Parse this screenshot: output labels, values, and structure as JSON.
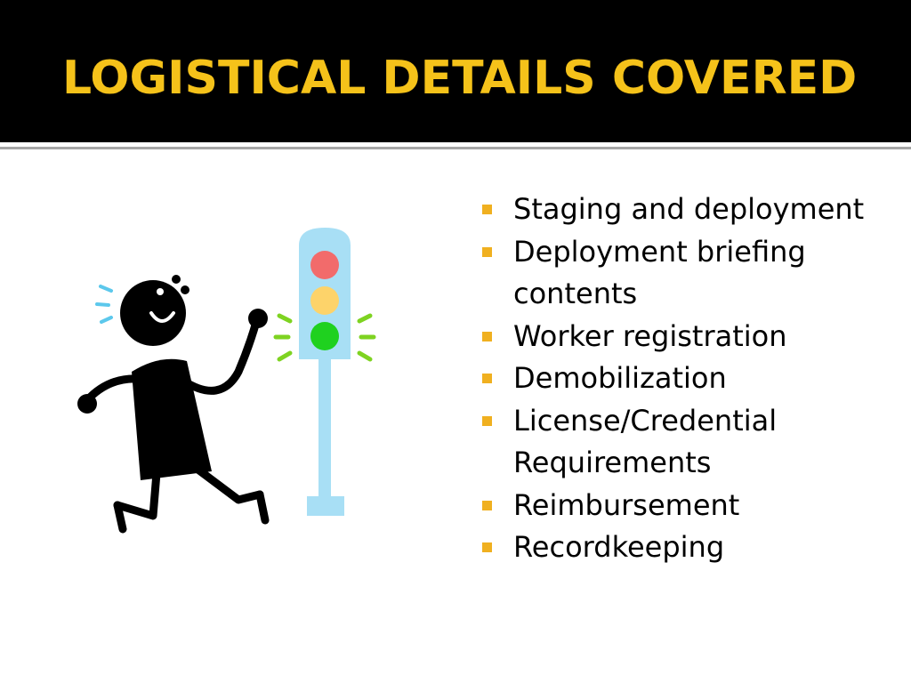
{
  "slide": {
    "title": "LOGISTICAL DETAILS COVERED",
    "accent_color": "#f5c21a",
    "bullet_color": "#f0b020",
    "bullets": [
      "Staging and deployment",
      "Deployment briefing contents",
      "Worker registration",
      "Demobilization",
      "License/Credential Requirements",
      "Reimbursement",
      "Recordkeeping"
    ]
  },
  "illustration": {
    "name": "walking-person-traffic-light-clipart",
    "light_colors": [
      "#f26b6b",
      "#fdd36a",
      "#1fd11f"
    ]
  }
}
